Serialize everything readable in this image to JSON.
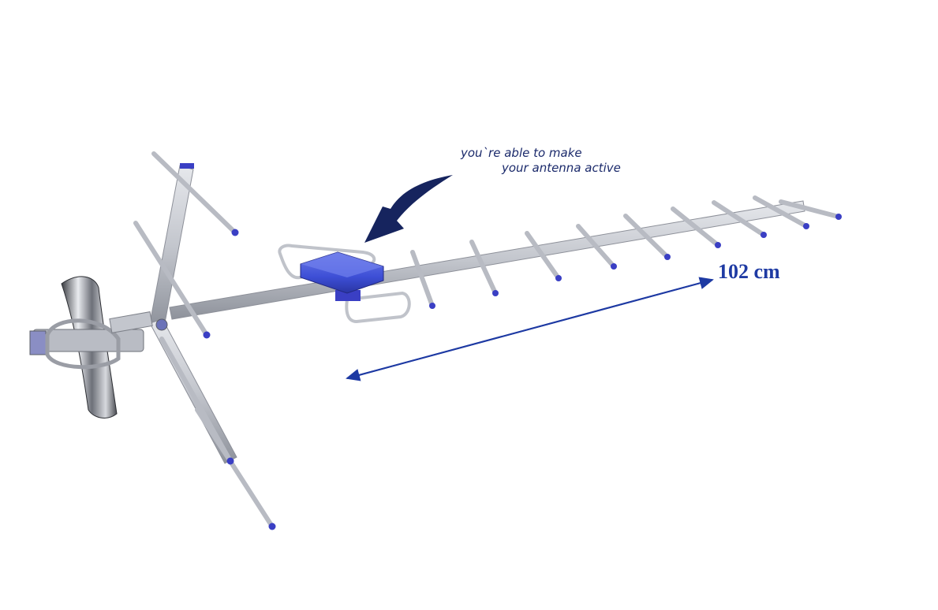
{
  "callout": {
    "line1": "you`re able to make",
    "line2": "your antenna active"
  },
  "dimension": {
    "label": "102 cm"
  },
  "colors": {
    "background": "#ffffff",
    "aluminium": "#c9ccd3",
    "aluminium_dark": "#8d9099",
    "cap_blue": "#3a3fc4",
    "amplifier_blue": "#3d4fd6",
    "arrow_navy": "#16245e",
    "dimension_blue": "#1e3aa3"
  }
}
